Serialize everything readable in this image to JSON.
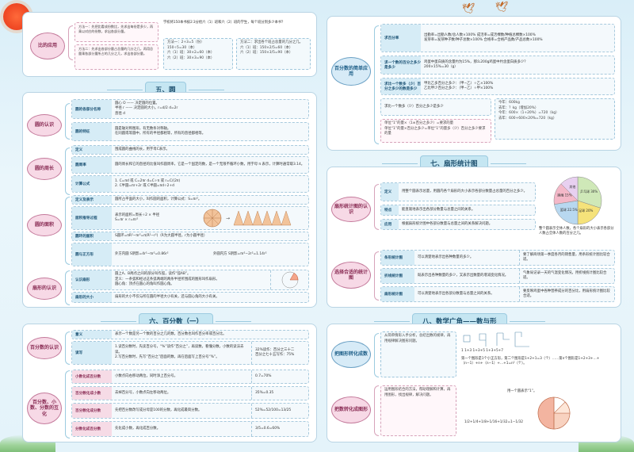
{
  "top_left": {
    "topic": "比的应用",
    "method1_label": "方法一：先把比看成份数比，先求出每份是多少，再乘以对应的份数，求出各部分量。",
    "method2_label": "方法二：先求出各部分量占总量的几分之几，再用总量乘各部分量所占的几分之几，求出各部分量。",
    "problem": "学校将150本书按2∶3分给六（1）班和六（2）班的学生，每个班分到多少本书？",
    "sol1": "方法一：2+3=5（份）\n150÷5=30（本）\n六（1）班：30×2=60（本）\n六（2）班：30×3=90（本）",
    "sol2": "方法二：求出各个班占总量的几分之几。\n六（1）班：150×2/5=60（本）\n六（2）班：150×3/5=90（本）"
  },
  "circle": {
    "title": "五、圆",
    "recognize": "圆的认识",
    "rec_parts_label": "圆的各部分名称",
    "rec_parts_text": "圆心 O —— 决定圆的位置。\n半径 r —— 决定圆的大小。r=d/2   d=2r\n直径 d",
    "rec_feature_label": "圆的特征",
    "rec_feature_text": "圆是轴对称图形，有无数条对称轴。\n在同圆或等圆中，所有的半径都相等，所有的直径都相等。",
    "perimeter": "圆的周长",
    "def_label": "定义",
    "def_text": "围成圆的曲线的长，用字母C表示。",
    "pi_label": "圆周率",
    "pi_text": "圆的周长和它的直径的比值叫作圆周率，它是一个固定的数，是一个无限不循环小数，用字母 π 表示，计算时通常取3.14。",
    "formula_label": "计算公式",
    "formula_text": "1. C=πd 或 C=2πr        d=C÷π 或 r=C/(2π)\n2. C半圆=πr+2r 或 C半圆=πd÷2+d",
    "area": "圆的面积",
    "area_def_label": "定义及表示",
    "area_def_text": "圆所占平面的大小，叫作圆的面积，计算公式：S=πr²。",
    "area_derive_label": "面积推导过程",
    "area_derive_text": "表示的面积=周长÷2 × 半径\nS=πr × r=πr²",
    "ring_label": "圆环的面积",
    "ring_text": "S圆环=πR²−πr²=π(R²−r²)（R为大圆半径，r为小圆半径）",
    "sq_label": "圆与正方形",
    "sq_outer": "外方内圆  S阴影=4r²−πr²=0.86r²",
    "sq_inner": "外圆内方  S阴影=πr²−2r²=1.14r²",
    "sector": "扇形的认识",
    "sector_rec_label": "认识扇形",
    "sector_rec_text": "圆上A、B两点之间的部分叫作弧，读作“弧AB”。\n定义：一条弧和经过这条弧两端的两条半径所围成的图形叫作扇形。\n圆心角：顶点在圆心的角叫作圆心角。",
    "sector_size_label": "扇形的大小",
    "sector_size_text": "扇形的大小不仅与所在圆的半径大小有关，还与圆心角的大小有关。"
  },
  "percent1": {
    "title": "六、百分数（一）",
    "meaning": "百分数的认识",
    "def_label": "意义",
    "def_text": "表示一个数是另一个数的百分之几的数，百分数也叫作百分率或百分比。",
    "rw_label": "读写",
    "rw_text": "1.读百分数时，先读百分号，“%”读作“百分之”，再读数，看懂分数，小数的读法去读。\n2.写百分数时，先写“百分之”后面的数，再在后面写上百分号“%”。",
    "rw_example": "32%读作：百分之三十二\n百分之七十五写作：75%",
    "convert": "百分数、小数、分数的互化",
    "c1_label": "小数化成百分数",
    "c1_text": "小数点向右移动两位，同时添上百分号。",
    "c1_ex": "0.7=70%",
    "c2_label": "百分数化成小数",
    "c2_text": "去掉百分号，小数点向左移动两位。",
    "c2_ex": "35%=0.35",
    "c3_label": "百分数化成分数",
    "c3_text": "先把百分数改写成分母是100的分数，再化成最简分数。",
    "c3_ex": "52%=52/100=13/25",
    "c4_label": "分数化成百分数",
    "c4_text": "先化成小数，再化成百分数。",
    "c4_ex": "3/5=0.6=60%"
  },
  "percent_app": {
    "topic": "百分数的简单应用",
    "r1_label": "求百分率",
    "r1_text": "出勤率=出勤人数/总人数×100%     成活率=成活棵数/种植总棵数×100%\n发芽率=发芽种子数/种子总数×100%   合格率=合格产品数/产品总数×100%",
    "r2_label": "求一个数的百分之多少是多少",
    "r2_text": "鸡蛋中蛋白质的含量约为15%，那么200g鸡蛋中约含蛋白质多少？\n200×15%=30（g）",
    "r3_label": "求比一个数多（少）百分之多少的数是多少",
    "r3_text": "甲比乙多百分之多少：（甲−乙）÷乙×100%\n乙比甲少百分之多少：（甲−乙）÷甲×100%",
    "r4_label": "求比一个数多（少）百分之多少是多少",
    "r4_chart": "今年：600kg\n去年：？kg（增加20%）\n今年：600×（1+20%）=720（kg）\n去年：600+600×20%=720（kg）",
    "r5_text": "单位“1”的量×（1±百分之多少）=要求的量\n单位“1”的量×百分之多少=单位“1”的量多（少）百分之多少要求的量"
  },
  "fan_chart": {
    "title": "七、扇形统计图",
    "topic": "扇形统计图的认识",
    "def_label": "定义",
    "def_text": "用整个圆表示总量，用圆内各个扇形的大小表示各部分数量占总量的百分之多少。",
    "feat_label": "特点",
    "feat_text": "能直观地表示出各部分数量与总量之间的关系。",
    "use_label": "应用",
    "use_text": "根据扇形统计图中各部分数量与总量之间的关系解决问题。",
    "note": "整个圆表示全体人数，各个扇形的大小表示各部分人数占全体人数的百分之几。",
    "choose": "选择合适的统计图",
    "s1_label": "条形统计图",
    "s1_text": "可以清楚地表示出各种数量的多少。",
    "s1_ex": "要了解商场第一季度各月的销售量，用条形统计图比较合适。",
    "s2_label": "折线统计图",
    "s2_text": "既表示出各种数量的多少，又表示出数量的增减变化情况。",
    "s2_ex": "气象局记录一天的气温变化情况，用折线统计图比较合适。",
    "s3_label": "扇形统计图",
    "s3_text": "可以清楚地表示出各部分数量与总量之间的关系。",
    "s3_ex": "要反映鸡蛋中各种营养成分的百分比，用扇形统计图比较合适。"
  },
  "pie_chart": {
    "type": "pie",
    "categories": [
      "乒乓球",
      "足球",
      "篮球",
      "跳绳",
      "其他"
    ],
    "values": [
      30,
      20,
      22.5,
      15,
      12.5
    ],
    "labels": [
      "乒乓球 30%",
      "足球 20%",
      "篮球 22.5%",
      "跳绳 15%",
      "其他"
    ],
    "colors": [
      "#cfe8b8",
      "#f5e27a",
      "#b8d8f0",
      "#f4b8c8",
      "#e8d0f0"
    ]
  },
  "math_wide": {
    "title": "八、数学广角——数与形",
    "t1": "把图形转化成数",
    "t1_text": "从简单情形入手分析，总结出数的规律，再用规律解决图形问题。",
    "t1_seq": "1   1+3   1+3+5   1+3+5+7",
    "t1_detail": "第一个图形是1个小正方形，第二个图形是1+2+1=3（个）……第n个图形是1+2+3+…+（n−1）+n+（n−1）+…+1=n²（个）。",
    "t2": "把数转化成图形",
    "t2_text": "运用图形结合的方法，帮助理解和计算，再用图形，找出规律，解决问题。",
    "t2_note": "用一个圆表示“1”。",
    "t2_eq": "1/2+1/4+1/8+1/16+1/32=1−1/32"
  }
}
